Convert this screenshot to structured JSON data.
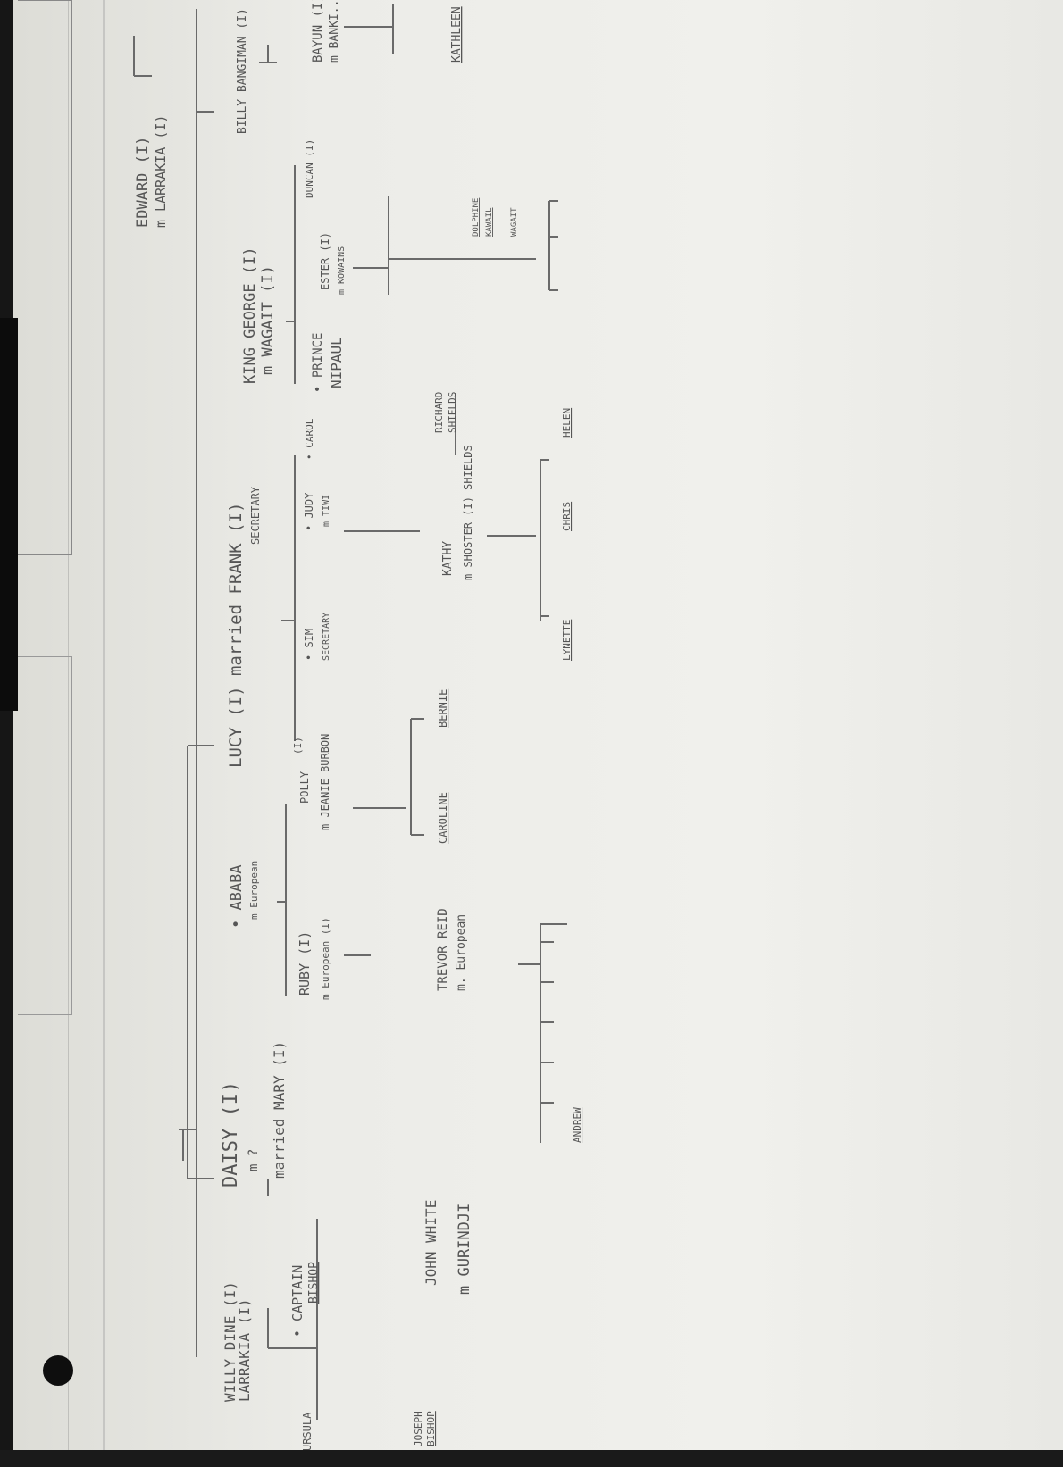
{
  "document": {
    "orientation": "rotated 90° counter-clockwise (handwritten family tree)",
    "people": [
      {
        "id": "willy",
        "text": "WILLY DINE (I)",
        "sub": "LARRAKIA (I)"
      },
      {
        "id": "daisy",
        "text": "DAISY (I)",
        "sub": "m ?"
      },
      {
        "id": "married_mary",
        "text": "married MARY (I)"
      },
      {
        "id": "lucy",
        "text": "LUCY (I) married FRANK (I)",
        "sub": "SECRETARY"
      },
      {
        "id": "king_george",
        "text": "KING GEORGE (I)",
        "sub": "m WAGAIT (I)"
      },
      {
        "id": "edward",
        "text": "EDWARD (I)",
        "sub": "m LARRAKIA (I)"
      },
      {
        "id": "billy",
        "text": "BILLY BANGIMAN (I)"
      },
      {
        "id": "bayun",
        "text": "BAYUN (I)",
        "sub": "m BANKI..."
      },
      {
        "id": "kathleen",
        "text": "KATHLEEN"
      },
      {
        "id": "captain_bishop",
        "text": "• CAPTAIN",
        "sub": "BISHOP"
      },
      {
        "id": "ursula",
        "text": "URSULA"
      },
      {
        "id": "josephine",
        "text": "JOSEPH",
        "sub": "BISHOP"
      },
      {
        "id": "john_white",
        "text": "JOHN WHITE",
        "sub": "m GURINDJI"
      },
      {
        "id": "ababa",
        "text": "• ABABA",
        "sub": "m European"
      },
      {
        "id": "ruby",
        "text": "RUBY (I)",
        "sub": "m European (I)"
      },
      {
        "id": "trevor",
        "text": "TREVOR REID",
        "sub": "m. European"
      },
      {
        "id": "andrew",
        "text": "ANDREW"
      },
      {
        "id": "polly",
        "text": "POLLY",
        "sub": "m JEANIE BURBON"
      },
      {
        "id": "caroline",
        "text": "CAROLINE"
      },
      {
        "id": "bernie",
        "text": "BERNIE"
      },
      {
        "id": "sim",
        "text": "• SIM",
        "sub": "SECRETARY"
      },
      {
        "id": "judy",
        "text": "• JUDY",
        "sub": "m TIWI"
      },
      {
        "id": "carol",
        "text": "• CAROL"
      },
      {
        "id": "kathy",
        "text": "KATHY",
        "sub": "m SHOSTER (I) SHIELDS"
      },
      {
        "id": "richard",
        "text": "RICHARD",
        "sub": "SHIELDS"
      },
      {
        "id": "lynette",
        "text": "LYNETTE"
      },
      {
        "id": "chris",
        "text": "CHRIS"
      },
      {
        "id": "helen",
        "text": "HELEN"
      },
      {
        "id": "prince",
        "text": "• PRINCE",
        "sub": "NIPAUL"
      },
      {
        "id": "esther",
        "text": "ESTER (I)",
        "sub": "m KOWAINS"
      },
      {
        "id": "duncan",
        "text": "DUNCAN (I)"
      },
      {
        "id": "dolphine",
        "text": "DOLPHINE",
        "sub": "KAWAIL"
      },
      {
        "id": "wagait",
        "text": "WAGAIT"
      },
      {
        "id": "i_mark",
        "text": "(I)"
      }
    ]
  }
}
